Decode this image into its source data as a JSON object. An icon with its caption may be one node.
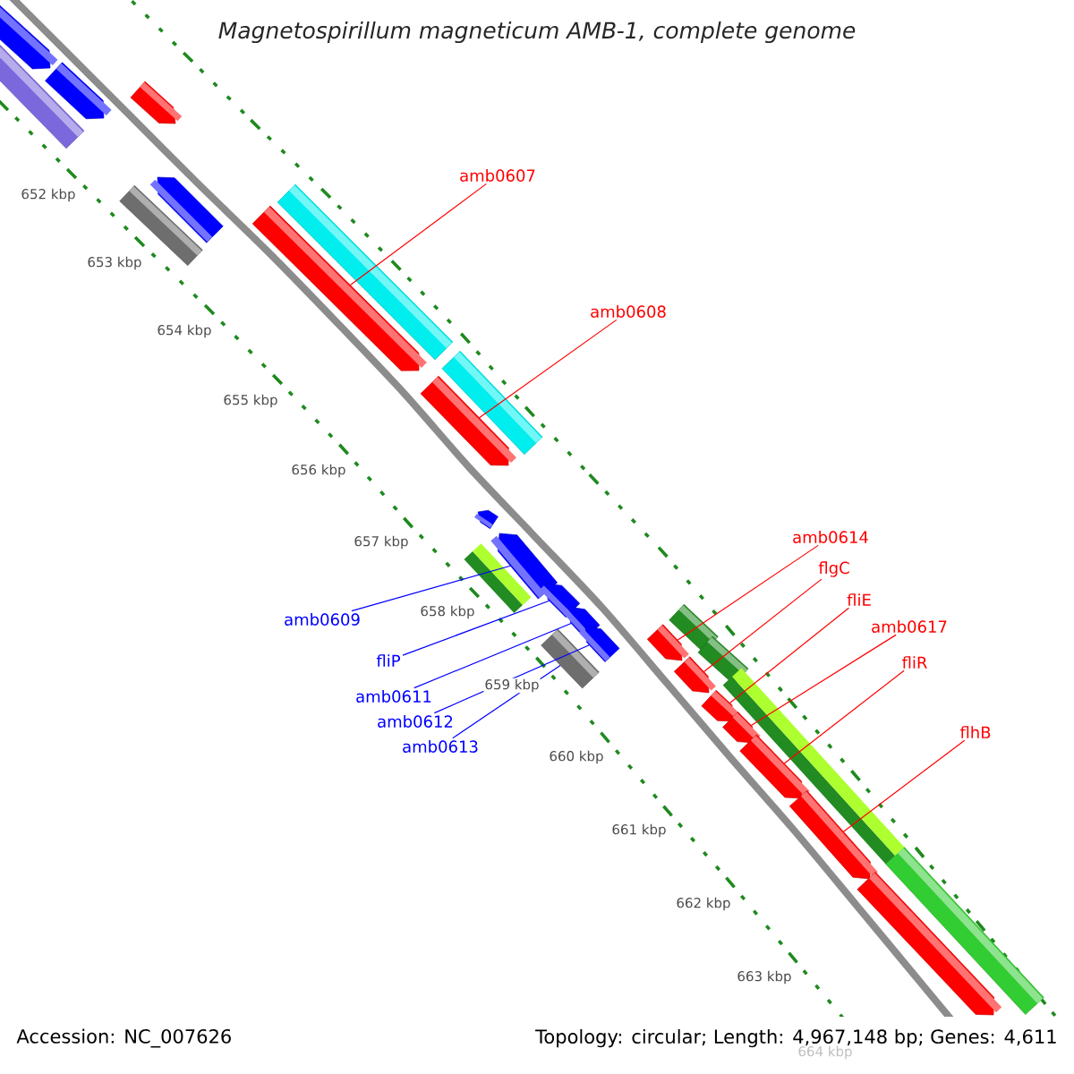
{
  "diagram": {
    "title": "Magnetospirillum magneticum AMB-1, complete genome",
    "nodes": [
      {
        "text": [
          "amb0607"
        ]
      },
      {
        "text": [],
        "shape": "bar"
      },
      {
        "text": [
          "amb0608"
        ]
      },
      {
        "text": [],
        "shape": "bar"
      },
      {
        "text": [
          "amb0609"
        ]
      },
      {
        "text": [],
        "shape": "bar"
      },
      {
        "text": [
          "fliP"
        ]
      },
      {
        "text": [],
        "shape": "bar"
      },
      {
        "text": [
          "amb0611"
        ]
      },
      {
        "text": [],
        "shape": "bar"
      },
      {
        "text": [
          "amb0612"
        ]
      },
      {
        "text": [],
        "shape": "bar"
      },
      {
        "text": [
          "amb0613"
        ]
      },
      {
        "text": [],
        "shape": "box"
      },
      {
        "text": [
          "amb0614"
        ]
      },
      {
        "text": [],
        "shape": "bar"
      },
      {
        "text": [
          "flgC"
        ]
      },
      {
        "text": [],
        "shape": "bar"
      },
      {
        "text": [
          "fliE"
        ]
      },
      {
        "text": [],
        "shape": "bar"
      },
      {
        "text": [
          "amb0617"
        ]
      },
      {
        "text": [],
        "shape": "bar"
      },
      {
        "text": [
          "fliR"
        ]
      },
      {
        "text": [],
        "shape": "bar"
      },
      {
        "text": [
          "flhB"
        ]
      },
      {
        "text": [],
        "shape": "bar"
      },
      {
        "text": [],
        "shape": "bar"
      },
      {
        "text": [],
        "shape": "bar"
      },
      {
        "text": [],
        "shape": "bar"
      },
      {
        "text": [],
        "shape": "bar"
      },
      {
        "text": [],
        "shape": "bar"
      },
      {
        "text": [],
        "shape": "bar"
      }
    ],
    "edges": [
      {
        "from": 0,
        "to": 1,
        "arrow": "none",
        "color": "#ff0000"
      },
      {
        "from": 2,
        "to": 3,
        "arrow": "none",
        "color": "#ff0000"
      },
      {
        "from": 4,
        "to": 5,
        "arrow": "none",
        "color": "#0000ff"
      },
      {
        "from": 6,
        "to": 7,
        "arrow": "none",
        "color": "#0000ff"
      },
      {
        "from": 8,
        "to": 9,
        "arrow": "none",
        "color": "#0000ff"
      },
      {
        "from": 10,
        "to": 11,
        "arrow": "none",
        "color": "#0000ff"
      },
      {
        "from": 12,
        "to": 13,
        "arrow": "none",
        "color": "#0000ff"
      },
      {
        "from": 14,
        "to": 15,
        "arrow": "none",
        "color": "#ff0000"
      },
      {
        "from": 16,
        "to": 17,
        "arrow": "none",
        "color": "#ff0000"
      },
      {
        "from": 18,
        "to": 19,
        "arrow": "none",
        "color": "#ff0000"
      },
      {
        "from": 20,
        "to": 21,
        "arrow": "none",
        "color": "#ff0000"
      },
      {
        "from": 22,
        "to": 23,
        "arrow": "none",
        "color": "#ff0000"
      },
      {
        "from": 24,
        "to": 25,
        "arrow": "none",
        "color": "#ff0000"
      }
    ],
    "labels": [
      "652 kbp",
      "653 kbp",
      "654 kbp",
      "655 kbp",
      "656 kbp",
      "657 kbp",
      "658 kbp",
      "659 kbp",
      "660 kbp",
      "661 kbp",
      "662 kbp",
      "663 kbp",
      "664 kbp",
      "Accession: NC_007626",
      "Topology: circular; Length: 4,967,148 bp; Genes: 4,611"
    ]
  }
}
